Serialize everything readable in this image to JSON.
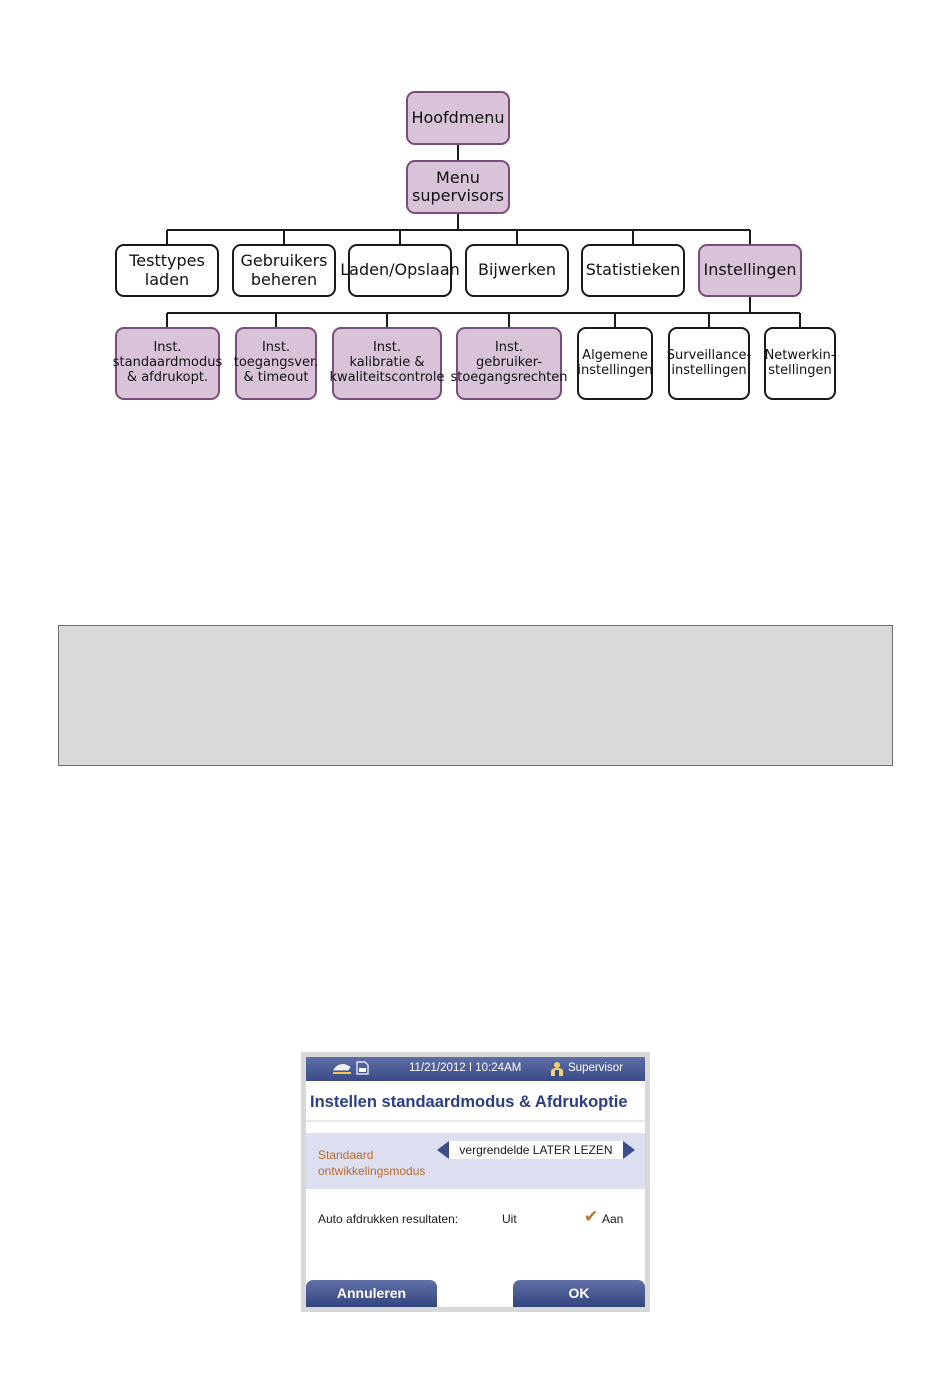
{
  "menu_tree": {
    "root": "Hoofdmenu",
    "supervisor_menu": "Menu\nsupervisors",
    "level2": [
      {
        "label": "Testtypes\nladen",
        "highlight": false
      },
      {
        "label": "Gebruikers\nbeheren",
        "highlight": false
      },
      {
        "label": "Laden/Opslaan",
        "highlight": false
      },
      {
        "label": "Bijwerken",
        "highlight": false
      },
      {
        "label": "Statistieken",
        "highlight": false
      },
      {
        "label": "Instellingen",
        "highlight": true
      }
    ],
    "level3": [
      {
        "label": "Inst.\nstandaardmodus\n& afdrukopt.",
        "highlight": true
      },
      {
        "label": "Inst.\ntoegangsver.\n& timeout",
        "highlight": true
      },
      {
        "label": "Inst.\nkalibratie &\nkwaliteitscontrole",
        "highlight": true
      },
      {
        "label": "Inst.\ngebruiker-\nstoegangsrechten",
        "highlight": true
      },
      {
        "label": "Algemene\ninstellingen",
        "highlight": false
      },
      {
        "label": "Surveillance-\ninstellingen",
        "highlight": false
      },
      {
        "label": "Netwerkin-\nstellingen",
        "highlight": false
      }
    ],
    "highlight_color": "#d9c3d9",
    "highlight_border": "#7a4e7a"
  },
  "screen": {
    "statusbar": {
      "icons": [
        "cartridge-icon",
        "sd-card-icon"
      ],
      "datetime": "11/21/2012 I 10:24AM",
      "user_icon": "supervisor-icon",
      "user": "Supervisor"
    },
    "title": "Instellen standaardmodus & Afdrukoptie",
    "mode": {
      "label_line1": "Standaard",
      "label_line2": "ontwikkelingsmodus",
      "value": "vergrendelde LATER LEZEN"
    },
    "auto_print": {
      "label": "Auto afdrukken resultaten:",
      "option_off": "Uit",
      "option_on": "Aan",
      "selected": "Aan"
    },
    "buttons": {
      "cancel": "Annuleren",
      "ok": "OK"
    },
    "colors": {
      "accent": "#3a4a86",
      "label_orange": "#c06a2a",
      "check": "#b8761f"
    }
  }
}
